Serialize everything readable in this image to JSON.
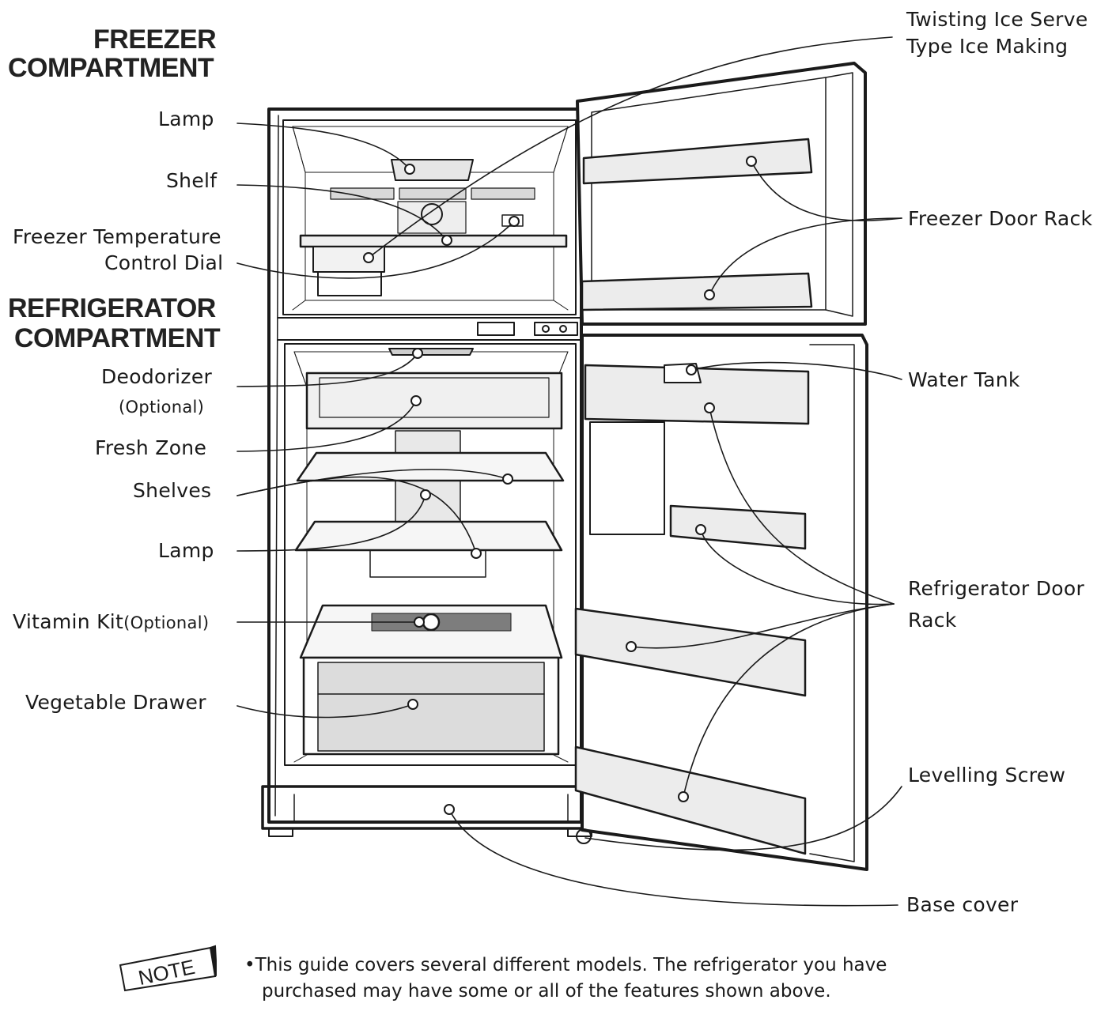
{
  "headings": {
    "freezer": [
      "FREEZER",
      "COMPARTMENT"
    ],
    "refrigerator": [
      "REFRIGERATOR",
      "COMPARTMENT"
    ]
  },
  "labels_left": {
    "lamp_top": "Lamp",
    "shelf": "Shelf",
    "freezer_temp_1": "Freezer Temperature",
    "freezer_temp_2": "Control Dial",
    "deodorizer": "Deodorizer",
    "deodorizer_opt": "(Optional)",
    "fresh_zone": "Fresh Zone",
    "shelves": "Shelves",
    "lamp_bottom": "Lamp",
    "vitamin_kit": "Vitamin Kit",
    "vitamin_opt": "(Optional)",
    "vegetable_drawer": "Vegetable Drawer"
  },
  "labels_right": {
    "twisting_1": "Twisting Ice Serve",
    "twisting_2": "Type Ice Making",
    "freezer_door_rack": "Freezer Door Rack",
    "water_tank": "Water Tank",
    "refrigerator_door_1": "Refrigerator Door",
    "refrigerator_door_2": "Rack",
    "levelling_screw": "Levelling Screw",
    "base_cover": "Base cover"
  },
  "note": {
    "badge": "NOTE",
    "bullet": "•",
    "line1": "This guide covers several different models. The refrigerator you have",
    "line2": "purchased may have some or all of the features shown above."
  }
}
